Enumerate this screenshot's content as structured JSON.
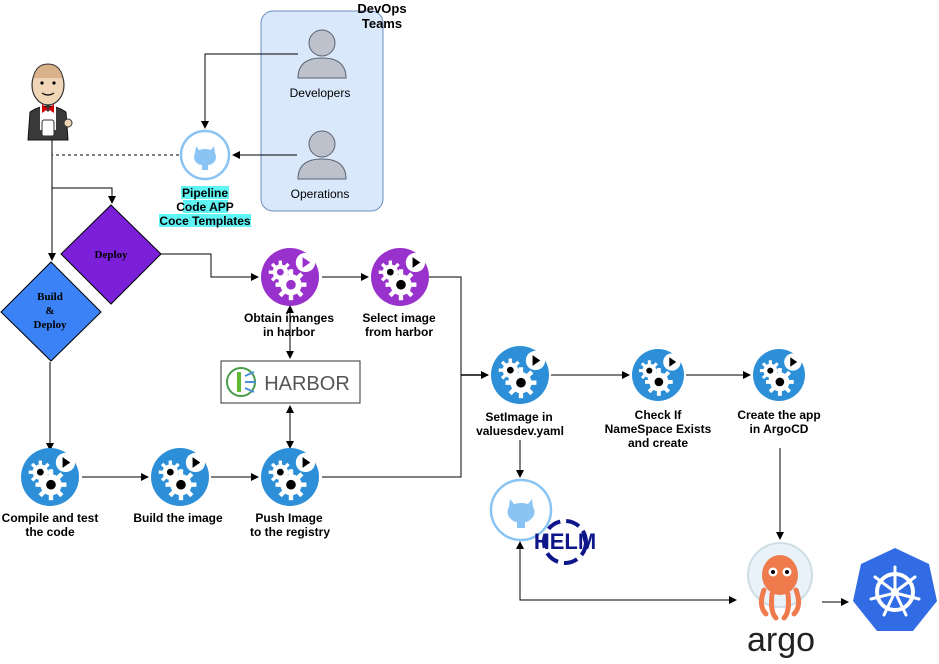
{
  "teams": {
    "title_line1": "DevOps",
    "title_line2": "Teams"
  },
  "people": {
    "developers": "Developers",
    "operations": "Operations"
  },
  "pipeline_code": {
    "line1": "Pipeline",
    "line2": "Code APP",
    "line3": "Coce Templates"
  },
  "decisions": {
    "deploy": "Deploy",
    "build_line1": "Build",
    "build_line2": "&",
    "build_line3": "Deploy"
  },
  "steps": {
    "obtain_l1": "Obtain imanges",
    "obtain_l2": "in harbor",
    "select_l1": "Select image",
    "select_l2": "from harbor",
    "compile_l1": "Compile and test",
    "compile_l2": "the code",
    "build_image": "Build the image",
    "push_l1": "Push Image",
    "push_l2": "to the registry",
    "setimage_l1": "SetImage in",
    "setimage_l2": "valuesdev.yaml",
    "check_l1": "Check If",
    "check_l2": "NameSpace Exists",
    "check_l3": "and create",
    "create_l1": "Create the app",
    "create_l2": "in ArgoCD"
  },
  "logos": {
    "harbor": "HARBOR",
    "helm": "HELM",
    "argo": "argo"
  },
  "colors": {
    "team_panel_bg": "#dae8fc",
    "team_panel_border": "#6c8ebf",
    "person": "#bcc1cc",
    "deploy_diamond": "#7b1fd9",
    "build_diamond": "#3b82f6",
    "gear_purple": "#9932cc",
    "gear_blue": "#2d8fd8",
    "github_blue": "#89c4f4",
    "pipeline_highlight": "#5ff5f5",
    "helm_navy": "#0f1689",
    "k8s_blue": "#326ce5",
    "argo_orange": "#ef7b4d"
  }
}
